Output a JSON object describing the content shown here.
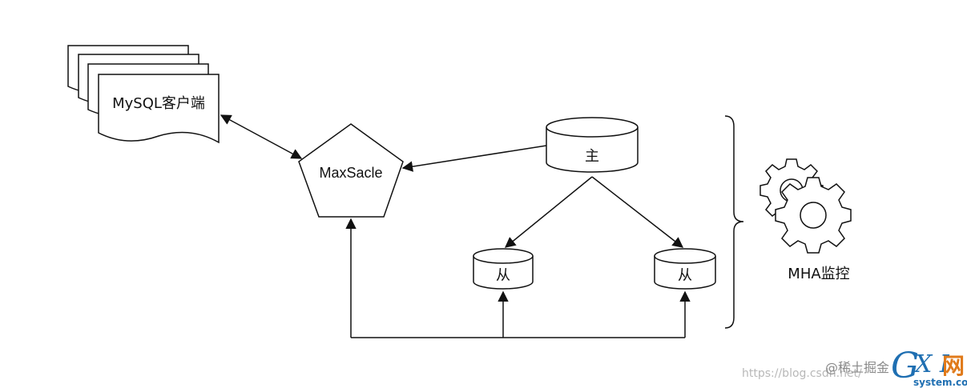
{
  "nodes": {
    "client": {
      "label": "MySQL客户端"
    },
    "proxy": {
      "label": "MaxSacle"
    },
    "master": {
      "label": "主"
    },
    "slave_left": {
      "label": "从"
    },
    "slave_right": {
      "label": "从"
    },
    "monitor": {
      "label": "MHA监控"
    }
  },
  "watermark": {
    "csdn_url": "https://blog.csdn.net/",
    "juejin": "@稀土掘金",
    "gxi": {
      "g": "G",
      "xi": "X I",
      "wang": "网",
      "domain": "system.com"
    }
  },
  "icons": {
    "client": "document-stack-icon",
    "monitor": "gear-icon"
  }
}
